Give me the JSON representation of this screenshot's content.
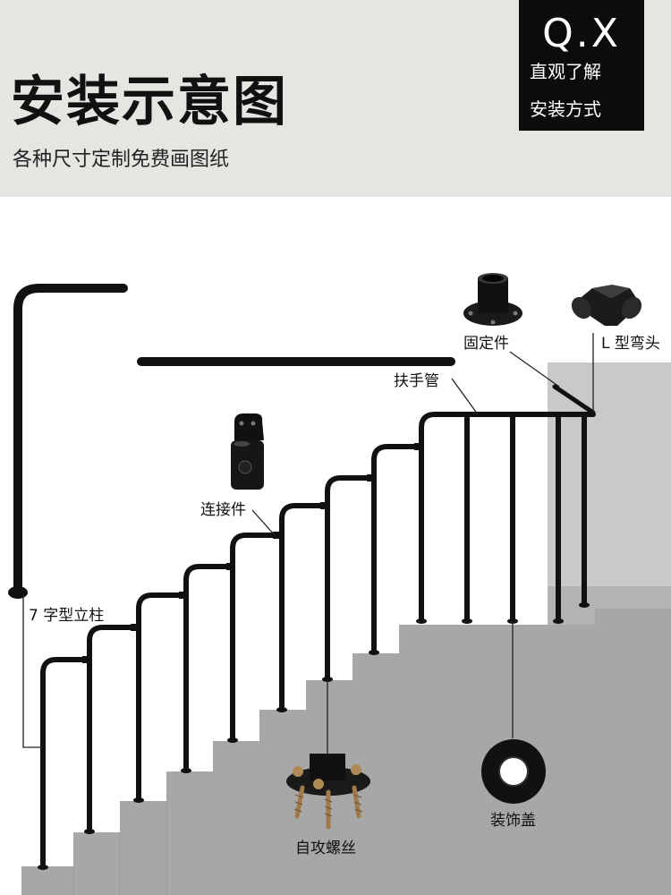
{
  "header": {
    "title": "安装示意图",
    "subtitle": "各种尺寸定制免费画图纸"
  },
  "badge": {
    "logo": "Q.X",
    "line1": "直观了解",
    "line2": "安装方式"
  },
  "labels": {
    "fixing_part": "固定件",
    "l_elbow": "L 型弯头",
    "handrail_tube": "扶手管",
    "connector": "连接件",
    "post_7": "7 字型立柱",
    "self_tapping_screw": "自攻螺丝",
    "decorative_cover": "装饰盖"
  },
  "colors": {
    "header_bg": "#e7e5e2",
    "stair": "#a6a6a6",
    "wall": "#c9c9c9",
    "metal": "#111111"
  }
}
